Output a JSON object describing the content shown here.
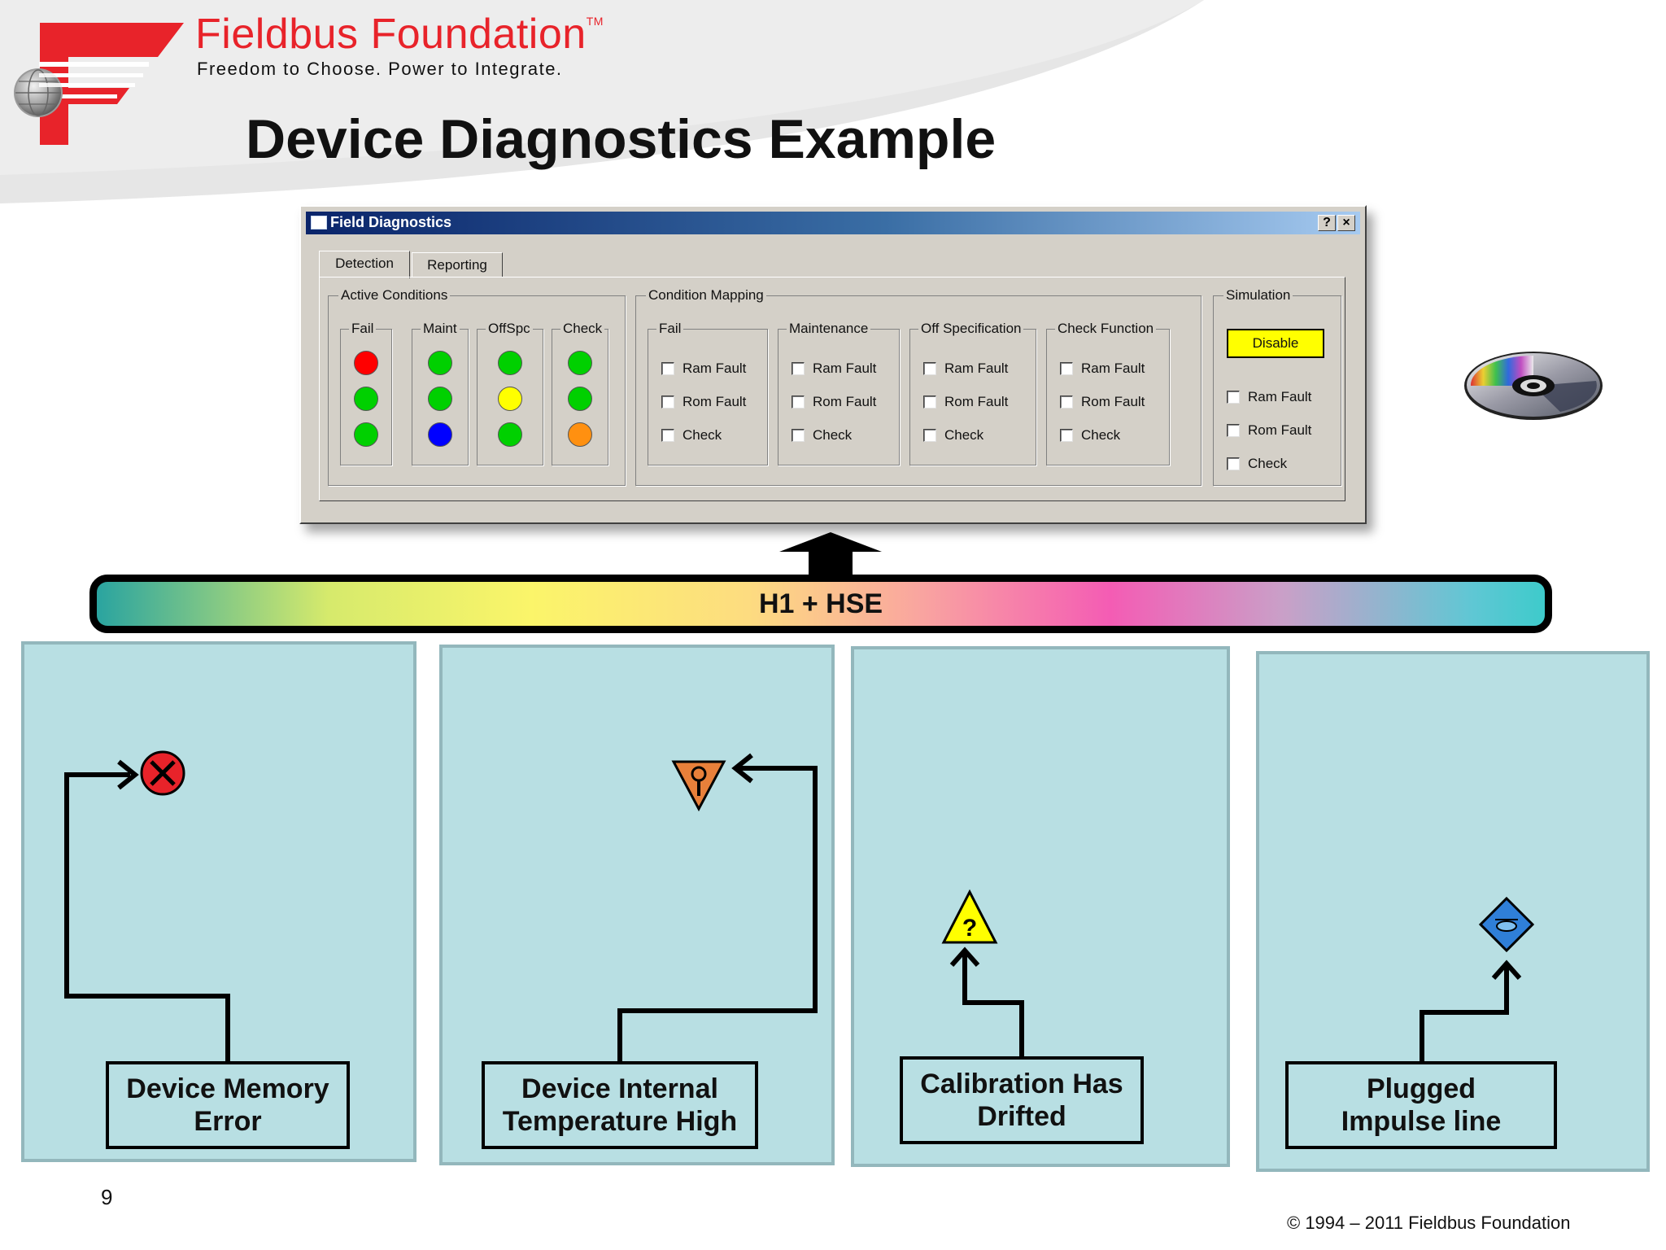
{
  "header": {
    "brand_name": "Fieldbus Foundation",
    "trademark": "TM",
    "tagline": "Freedom to Choose. Power to Integrate.",
    "slide_title": "Device Diagnostics Example",
    "logo_icon": "fieldbus-foundation-logo",
    "brand_color": "#e8232a"
  },
  "dialog": {
    "title": "Field Diagnostics",
    "help_button": "?",
    "close_button": "×",
    "tabs": [
      {
        "label": "Detection",
        "selected": true
      },
      {
        "label": "Reporting",
        "selected": false
      }
    ],
    "active_conditions": {
      "label": "Active Conditions",
      "columns": [
        {
          "label": "Fail",
          "leds": [
            "red",
            "green",
            "green"
          ]
        },
        {
          "label": "Maint",
          "leds": [
            "green",
            "green",
            "blue"
          ]
        },
        {
          "label": "OffSpc",
          "leds": [
            "green",
            "yellow",
            "green"
          ]
        },
        {
          "label": "Check",
          "leds": [
            "green",
            "green",
            "orange"
          ]
        }
      ]
    },
    "condition_mapping": {
      "label": "Condition Mapping",
      "groups": [
        {
          "label": "Fail",
          "items": [
            "Ram Fault",
            "Rom Fault",
            "Check"
          ]
        },
        {
          "label": "Maintenance",
          "items": [
            "Ram Fault",
            "Rom Fault",
            "Check"
          ]
        },
        {
          "label": "Off Specification",
          "items": [
            "Ram Fault",
            "Rom Fault",
            "Check"
          ]
        },
        {
          "label": "Check Function",
          "items": [
            "Ram Fault",
            "Rom Fault",
            "Check"
          ]
        }
      ]
    },
    "simulation": {
      "label": "Simulation",
      "button": "Disable",
      "items": [
        "Ram Fault",
        "Rom Fault",
        "Check"
      ]
    }
  },
  "disc_icon": "cd-disc-icon",
  "bus": {
    "label": "H1 + HSE"
  },
  "devices": [
    {
      "status": "Device Memory Error",
      "line1": "Device Memory",
      "line2": "Error",
      "icon": "failure-x-icon",
      "icon_color": "#e8232a"
    },
    {
      "status": "Device Internal Temperature High",
      "line1": "Device Internal",
      "line2": "Temperature High",
      "icon": "maintenance-wrench-icon",
      "icon_color": "#e8803a"
    },
    {
      "status": "Calibration Has Drifted",
      "line1": "Calibration Has",
      "line2": "Drifted",
      "icon": "out-of-spec-question-icon",
      "icon_color": "#ffff00"
    },
    {
      "status": "Plugged Impulse line",
      "line1": "Plugged",
      "line2": "Impulse line",
      "icon": "function-check-icon",
      "icon_color": "#2f7fd8"
    }
  ],
  "footer": {
    "page_number": "9",
    "copyright": "© 1994 – 2011 Fieldbus Foundation"
  }
}
